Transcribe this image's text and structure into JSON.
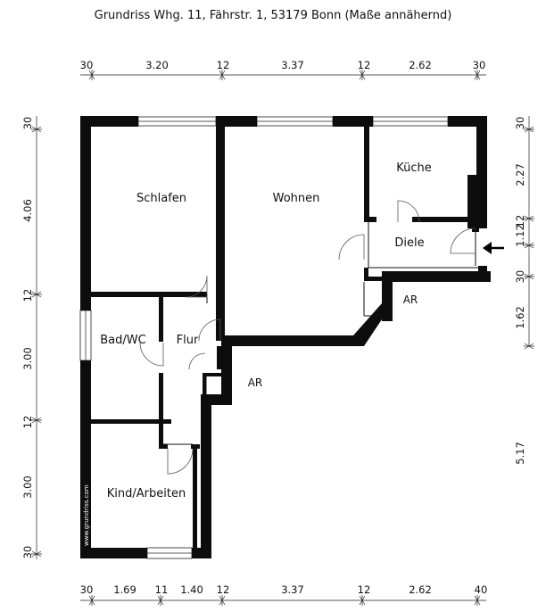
{
  "title": "Grundriss Whg. 11, Fährstr. 1, 53179 Bonn (Maße annähernd)",
  "dims_top": [
    "30",
    "3.20",
    "12",
    "3.37",
    "12",
    "2.62",
    "30"
  ],
  "dims_bottom": [
    "30",
    "1.69",
    "11",
    "1.40",
    "12",
    "3.37",
    "12",
    "2.62",
    "40"
  ],
  "dims_left": [
    "30",
    "4.06",
    "12",
    "3.00",
    "12",
    "3.00",
    "30"
  ],
  "dims_right": [
    "30",
    "2.27",
    "12",
    "1.12",
    "30",
    "1.62",
    "5.17"
  ],
  "rooms": {
    "schlafen": "Schlafen",
    "wohnen": "Wohnen",
    "kueche": "Küche",
    "diele": "Diele",
    "bad": "Bad/WC",
    "flur": "Flur",
    "kind": "Kind/Arbeiten",
    "ar": "AR"
  },
  "watermark": "www.grundriss.com"
}
